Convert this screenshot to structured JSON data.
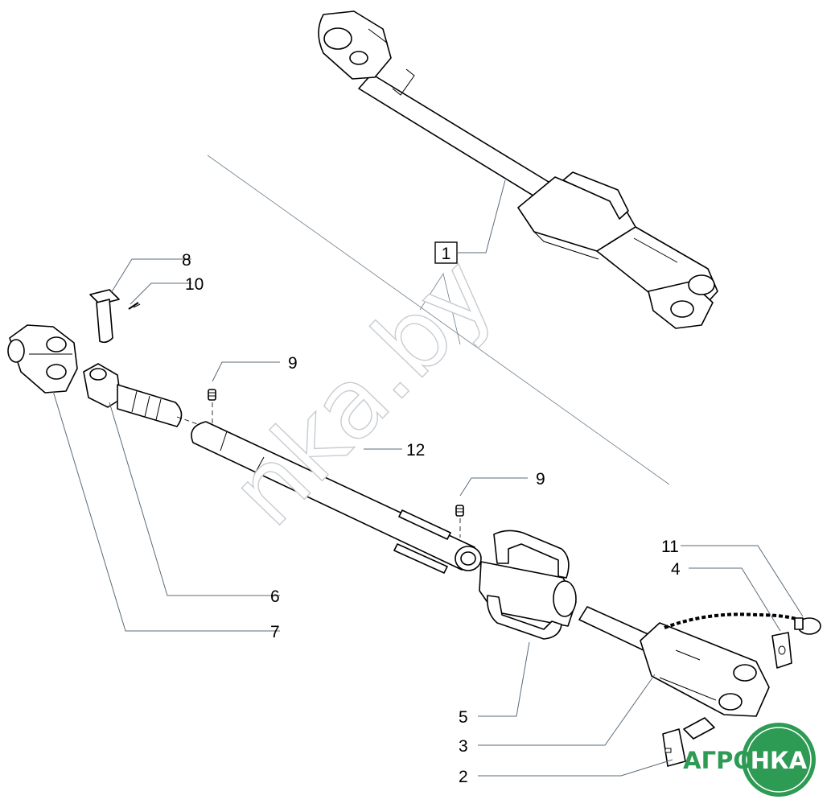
{
  "callouts": {
    "c1": "1",
    "c2": "2",
    "c3": "3",
    "c4": "4",
    "c5": "5",
    "c6": "6",
    "c7": "7",
    "c8": "8",
    "c9a": "9",
    "c9b": "9",
    "c10": "10",
    "c11": "11",
    "c12": "12"
  },
  "watermark": "nka.by",
  "logo": {
    "left": "АГРО",
    "right": "НКА",
    "color": "#2e9b55"
  }
}
